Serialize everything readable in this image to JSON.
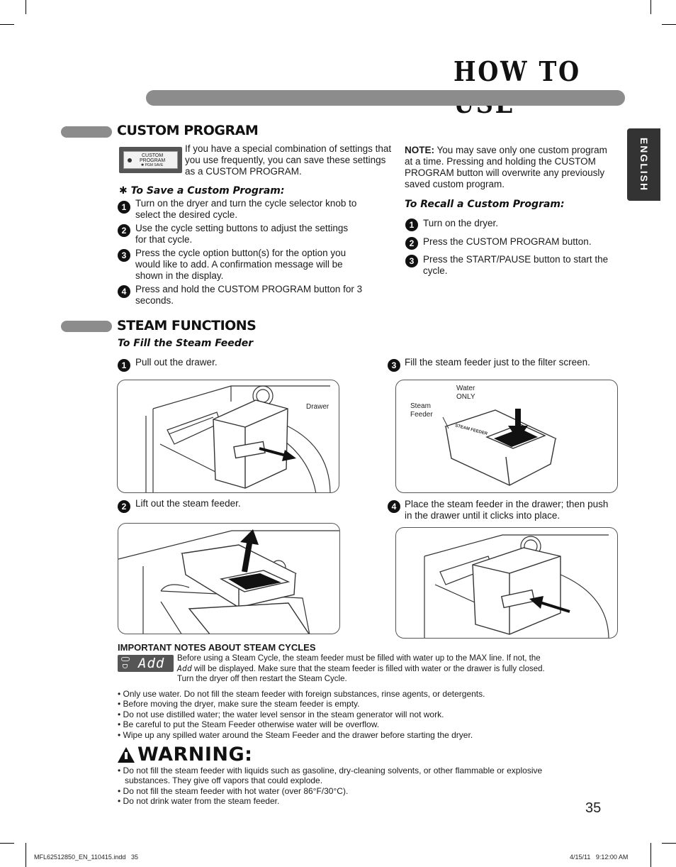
{
  "page": {
    "title": "HOW TO USE",
    "language_tab": "ENGLISH",
    "page_number": "35",
    "footer_left": "MFL62512850_EN_110415.indd   35",
    "footer_right": "4/15/11   9:12:00 AM"
  },
  "custom_program": {
    "heading": "CUSTOM PROGRAM",
    "button_image": {
      "line1": "CUSTOM",
      "line2": "PROGRAM",
      "line3": "✱ PGM SAVE"
    },
    "intro": "If you have a special combination of settings that you use frequently, you can save these settings as a CUSTOM PROGRAM.",
    "note_label": "NOTE:",
    "note_text": " You may save only one custom program at a time. Pressing and holding the CUSTOM PROGRAM button will overwrite any previously saved custom program.",
    "save_heading": "✱ To Save a Custom Program:",
    "save_steps": [
      {
        "n": "1",
        "text": "Turn on the dryer and turn the cycle selector knob to select the desired cycle."
      },
      {
        "n": "2",
        "text": "Use the cycle setting buttons to adjust the settings for that cycle."
      },
      {
        "n": "3",
        "text": "Press the cycle option button(s) for the option you would like to add. A confirmation message will be shown in the display."
      },
      {
        "n": "4",
        "text": "Press and hold the CUSTOM PROGRAM button for 3 seconds."
      }
    ],
    "recall_heading": "To Recall a Custom Program:",
    "recall_steps": [
      {
        "n": "1",
        "text": "Turn on the dryer."
      },
      {
        "n": "2",
        "text": "Press the CUSTOM PROGRAM button."
      },
      {
        "n": "3",
        "text": "Press the START/PAUSE button to start the cycle."
      }
    ]
  },
  "steam_functions": {
    "heading": "STEAM FUNCTIONS",
    "fill_heading": "To Fill the Steam Feeder",
    "steps": [
      {
        "n": "1",
        "text": "Pull out the drawer."
      },
      {
        "n": "2",
        "text": "Lift out the steam feeder."
      },
      {
        "n": "3",
        "text": "Fill the steam feeder just to the filter screen."
      },
      {
        "n": "4",
        "text": "Place the steam feeder in the drawer; then push in the drawer until it clicks into place."
      }
    ],
    "labels": {
      "drawer": "Drawer",
      "water_line1": "Water",
      "water_line2": "ONLY",
      "steam_line1": "Steam",
      "steam_line2": "Feeder",
      "feeder_stamp": "STEAM FEEDER"
    }
  },
  "important_notes": {
    "heading": "IMPORTANT NOTES ABOUT STEAM CYCLES",
    "display_text": "Add",
    "intro_part1": "Before using a Steam Cycle, the steam feeder must be filled with water up to the MAX line. If not, the",
    "intro_part2": " will be displayed. Make sure that the steam feeder is filled with water or the drawer is fully closed.",
    "intro_part3": "Turn the dryer off then restart the Steam Cycle.",
    "bullets": [
      "• Only use water. Do not fill the steam feeder with foreign substances, rinse agents, or detergents.",
      "• Before moving the dryer, make sure the steam feeder is empty.",
      "• Do not use distilled water; the water level sensor in the steam generator will not work.",
      "• Be careful to put the Steam Feeder otherwise water will be overflow.",
      "• Wipe up any spilled water around the Steam Feeder and the drawer before starting the dryer."
    ]
  },
  "warning": {
    "heading": "WARNING:",
    "bullets": [
      "• Do not fill the steam feeder with liquids such as gasoline, dry-cleaning solvents, or other flammable or explosive",
      "   substances. They give off vapors that could explode.",
      "• Do not fill the steam feeder with hot water (over 86°F/30°C).",
      "• Do not drink water from the steam feeder."
    ]
  }
}
